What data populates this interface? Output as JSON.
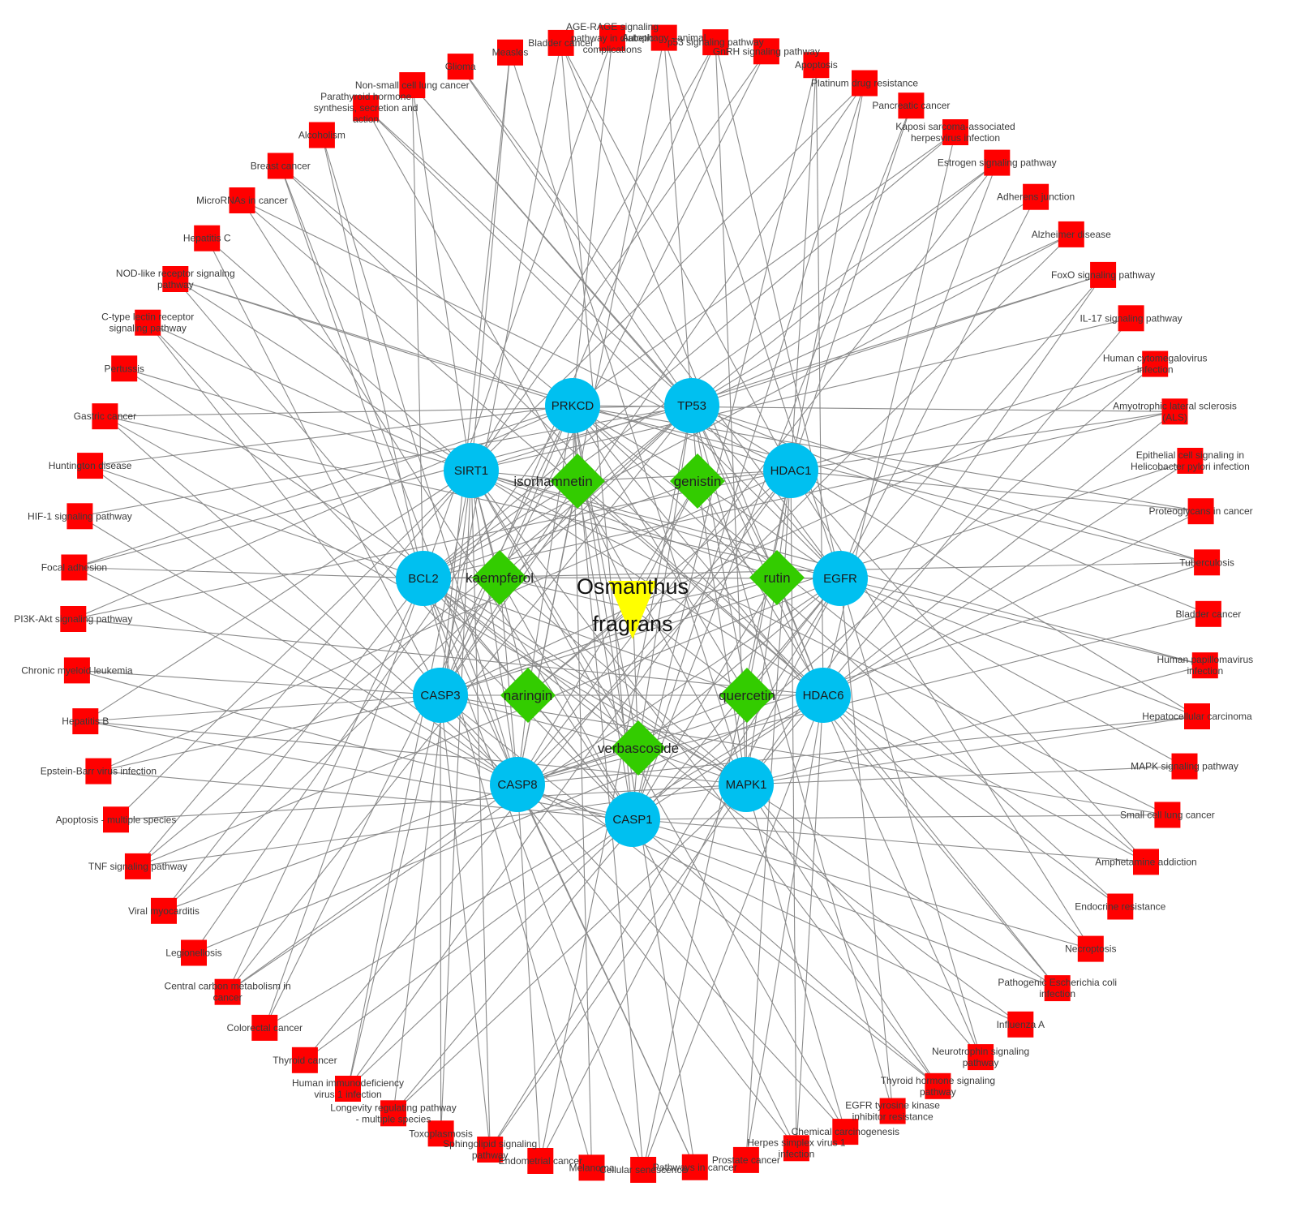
{
  "center": {
    "label_lines": [
      "Osmanthus",
      "fragrans"
    ],
    "color": "#ffff00"
  },
  "compounds": [
    "isorhamnetin",
    "genistin",
    "kaempferol",
    "rutin",
    "naringin",
    "quercetin",
    "verbascoside"
  ],
  "targets": [
    "PRKCD",
    "TP53",
    "SIRT1",
    "HDAC1",
    "BCL2",
    "EGFR",
    "CASP3",
    "HDAC6",
    "CASP8",
    "MAPK1",
    "CASP1"
  ],
  "pathways": [
    [
      "AGE-RAGE signaling",
      "pathway in diabetic",
      "complications"
    ],
    [
      "Autophagy - animal"
    ],
    [
      "p53 signaling pathway"
    ],
    [
      "GnRH signaling pathway"
    ],
    [
      "Apoptosis"
    ],
    [
      "Platinum drug resistance"
    ],
    [
      "Pancreatic cancer"
    ],
    [
      "Kaposi sarcoma-associated",
      "herpesvirus infection"
    ],
    [
      "Estrogen signaling pathway"
    ],
    [
      "Adherens junction"
    ],
    [
      "Alzheimer disease"
    ],
    [
      "FoxO signaling pathway"
    ],
    [
      "IL-17 signaling pathway"
    ],
    [
      "Human cytomegalovirus",
      "infection"
    ],
    [
      "Amyotrophic lateral sclerosis",
      "(ALS)"
    ],
    [
      "Epithelial cell signaling in",
      "Helicobacter pylori infection"
    ],
    [
      "Proteoglycans in cancer"
    ],
    [
      "Tuberculosis"
    ],
    [
      "Bladder cancer"
    ],
    [
      "Human papillomavirus",
      "infection"
    ],
    [
      "Hepatocellular carcinoma"
    ],
    [
      "MAPK signaling pathway"
    ],
    [
      "Small cell lung cancer"
    ],
    [
      "Amphetamine addiction"
    ],
    [
      "Endocrine resistance"
    ],
    [
      "Necroptosis"
    ],
    [
      "Pathogenic Escherichia coli",
      "infection"
    ],
    [
      "Influenza A"
    ],
    [
      "Neurotrophin signaling",
      "pathway"
    ],
    [
      "Thyroid hormone signaling",
      "pathway"
    ],
    [
      "EGFR tyrosine kinase",
      "inhibitor resistance"
    ],
    [
      "Chemical carcinogenesis"
    ],
    [
      "Herpes simplex virus 1",
      "infection"
    ],
    [
      "Prostate cancer"
    ],
    [
      "Pathways in cancer"
    ],
    [
      "Cellular senescence"
    ],
    [
      "Melanoma"
    ],
    [
      "Endometrial cancer"
    ],
    [
      "Sphingolipid signaling",
      "pathway"
    ],
    [
      "Toxoplasmosis"
    ],
    [
      "Longevity regulating pathway",
      "- multiple species"
    ],
    [
      "Human immunodeficiency",
      "virus 1 infection"
    ],
    [
      "Thyroid cancer"
    ],
    [
      "Colorectal cancer"
    ],
    [
      "Central carbon metabolism in",
      "cancer"
    ],
    [
      "Legionellosis"
    ],
    [
      "Viral myocarditis"
    ],
    [
      "TNF signaling pathway"
    ],
    [
      "Apoptosis - multiple species"
    ],
    [
      "Epstein-Barr virus infection"
    ],
    [
      "Hepatitis B"
    ],
    [
      "Chronic myeloid leukemia"
    ],
    [
      "PI3K-Akt signaling pathway"
    ],
    [
      "Focal adhesion"
    ],
    [
      "HIF-1 signaling pathway"
    ],
    [
      "Huntington disease"
    ],
    [
      "Gastric cancer"
    ],
    [
      "Pertussis"
    ],
    [
      "C-type lectin receptor",
      "signaling pathway"
    ],
    [
      "NOD-like receptor signaling",
      "pathway"
    ],
    [
      "Hepatitis C"
    ],
    [
      "MicroRNAs in cancer"
    ],
    [
      "Breast cancer"
    ],
    [
      "Alcoholism"
    ],
    [
      "Parathyroid hormone",
      "synthesis, secretion and",
      "action"
    ],
    [
      "Non-small cell lung cancer"
    ],
    [
      "Glioma"
    ],
    [
      "Measles"
    ],
    [
      "Bladder cancer"
    ]
  ],
  "colors": {
    "center": "#ffff00",
    "compound": "#33cc00",
    "target": "#00c0f0",
    "pathway": "#ff0000",
    "edge": "#8a8a8a"
  }
}
